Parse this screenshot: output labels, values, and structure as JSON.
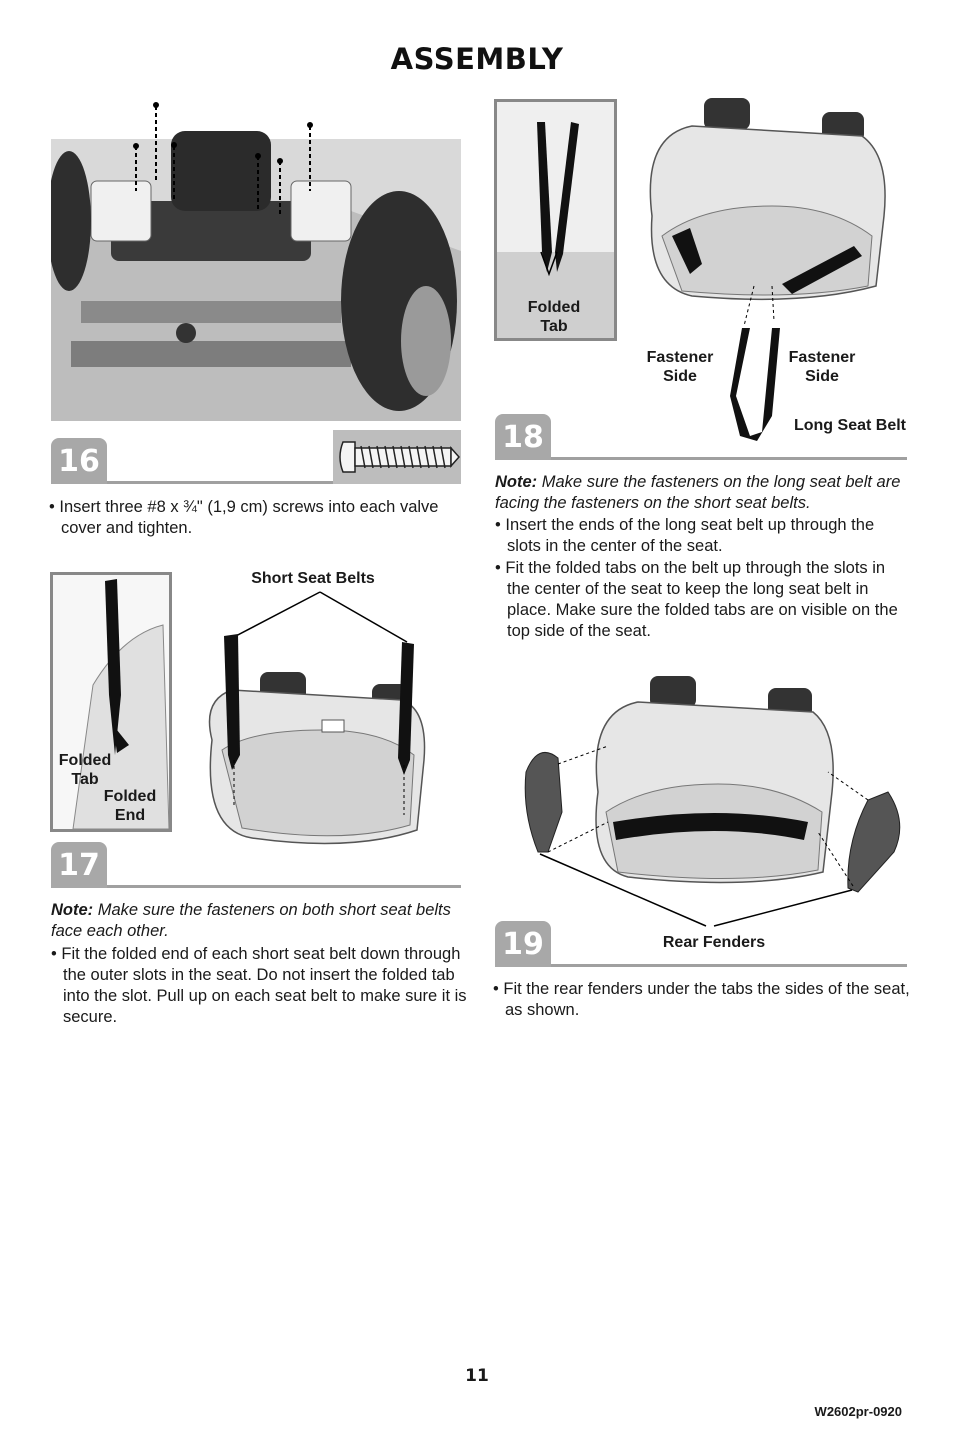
{
  "page": {
    "title": "ASSEMBLY",
    "page_number": "11",
    "doc_code": "W2602pr-0920"
  },
  "step16": {
    "number": "16",
    "bullet": "• Insert three #8 x ¾\" (1,9 cm) screws into each valve cover and tighten."
  },
  "step17": {
    "number": "17",
    "label_short_belts": "Short Seat Belts",
    "label_folded_tab": "Folded Tab",
    "label_folded_end": "Folded End",
    "note_prefix": "Note:",
    "note_text": " Make sure the fasteners on both short seat belts face each other.",
    "bullet": "• Fit the folded end of each short seat belt down through the outer slots in the seat. Do not insert the folded tab into the slot. Pull up on each seat belt to make sure it is secure."
  },
  "step18": {
    "number": "18",
    "label_folded_tab": "Folded Tab",
    "label_fastener_left": "Fastener Side",
    "label_fastener_right": "Fastener Side",
    "label_long_belt": "Long Seat Belt",
    "note_prefix": "Note:",
    "note_text": " Make sure the fasteners on the long seat belt are facing the fasteners on the short seat belts.",
    "bullet1": "• Insert the ends of the long seat belt up through the slots in the center of the seat.",
    "bullet2": "• Fit the folded tabs on the belt up through the slots in the center of the seat to keep the long seat belt in place. Make sure the folded tabs are on visible on the top side of the seat."
  },
  "step19": {
    "number": "19",
    "label_rear_fenders": "Rear Fenders",
    "bullet": "• Fit the rear fenders under the tabs the sides of the seat, as shown."
  }
}
